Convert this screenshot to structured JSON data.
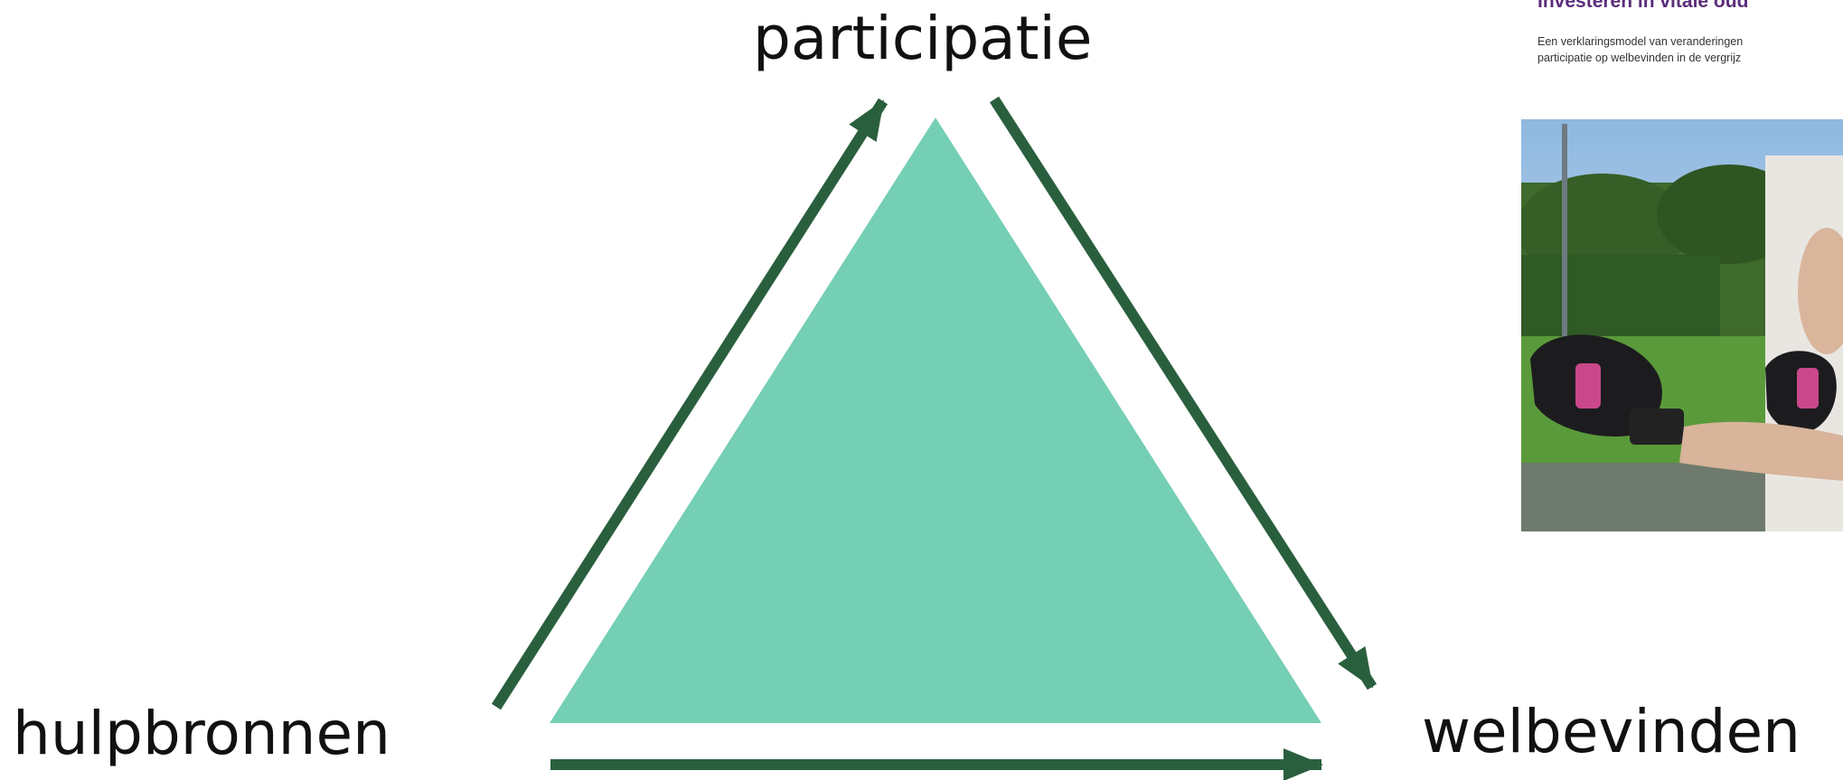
{
  "nodes": {
    "top": "participatie",
    "left": "hulpbronnen",
    "right": "welbevinden"
  },
  "colors": {
    "triangle_fill": "#75cfb4",
    "arrow": "#2a5f3e",
    "thumbnail_title": "#5a2d7a"
  },
  "thumbnail": {
    "title": "Investeren in vitale oud",
    "subtitle_lines": [
      "Een verklaringsmodel van veranderingen",
      "participatie op welbevinden in de vergrijz"
    ]
  },
  "icons": [
    "arrow-head-icon"
  ]
}
